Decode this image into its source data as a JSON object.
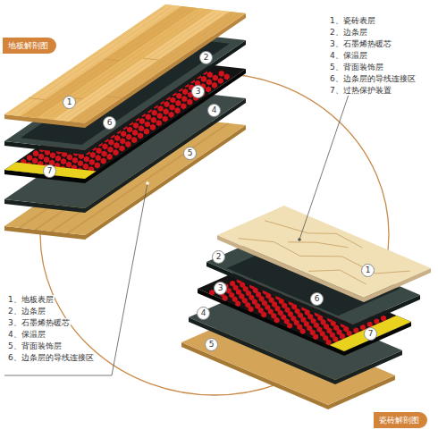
{
  "diagram": {
    "nodes": [
      {
        "text": [
          "地板解剖图"
        ]
      },
      {
        "text": [
          "1"
        ]
      },
      {
        "text": [
          "2"
        ]
      },
      {
        "text": [
          "6"
        ]
      },
      {
        "text": [
          "3"
        ]
      },
      {
        "text": [
          "7"
        ]
      },
      {
        "text": [
          "4"
        ]
      },
      {
        "text": [
          "5"
        ]
      },
      {
        "text": [
          "2"
        ]
      },
      {
        "text": [
          "1"
        ]
      },
      {
        "text": [
          "3"
        ]
      },
      {
        "text": [
          "4"
        ]
      },
      {
        "text": [
          "6"
        ]
      },
      {
        "text": [
          "7"
        ]
      },
      {
        "text": [
          "5"
        ]
      },
      {
        "text": [
          "瓷砖解剖图"
        ]
      }
    ],
    "labels": [
      "1、瓷砖表层",
      "2、边条层",
      "3、石墨烯热暖芯",
      "4、保温层",
      "5、背面装饰层",
      "6、边条层的导线连接区",
      "7、过热保护装置",
      "1、地板表层",
      "2、边条层",
      "3、石墨烯热暖芯",
      "4、保温层",
      "5、背面装饰层",
      "6、边条层的导线连接区"
    ]
  }
}
